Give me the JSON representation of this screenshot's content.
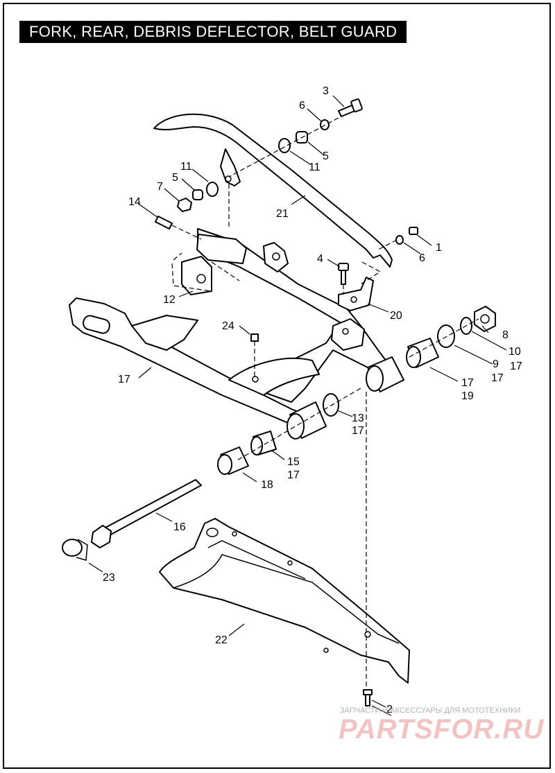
{
  "title": "FORK, REAR, DEBRIS DEFLECTOR, BELT GUARD",
  "callouts": [
    {
      "id": "c1",
      "text": "1"
    },
    {
      "id": "c2",
      "text": "2"
    },
    {
      "id": "c3",
      "text": "3"
    },
    {
      "id": "c4",
      "text": "4"
    },
    {
      "id": "c5a",
      "text": "5"
    },
    {
      "id": "c5b",
      "text": "5"
    },
    {
      "id": "c6a",
      "text": "6"
    },
    {
      "id": "c6b",
      "text": "6"
    },
    {
      "id": "c7",
      "text": "7"
    },
    {
      "id": "c8",
      "text": "8"
    },
    {
      "id": "c9",
      "text": "9"
    },
    {
      "id": "c10",
      "text": "10"
    },
    {
      "id": "c11a",
      "text": "11"
    },
    {
      "id": "c11b",
      "text": "11"
    },
    {
      "id": "c12",
      "text": "12"
    },
    {
      "id": "c13",
      "text": "13"
    },
    {
      "id": "c14",
      "text": "14"
    },
    {
      "id": "c15",
      "text": "15"
    },
    {
      "id": "c16",
      "text": "16"
    },
    {
      "id": "c17a",
      "text": "17"
    },
    {
      "id": "c17b",
      "text": "17"
    },
    {
      "id": "c17c",
      "text": "17"
    },
    {
      "id": "c17d",
      "text": "17"
    },
    {
      "id": "c17e",
      "text": "17"
    },
    {
      "id": "c17f",
      "text": "17"
    },
    {
      "id": "c18",
      "text": "18"
    },
    {
      "id": "c19",
      "text": "19"
    },
    {
      "id": "c20",
      "text": "20"
    },
    {
      "id": "c21",
      "text": "21"
    },
    {
      "id": "c22",
      "text": "22"
    },
    {
      "id": "c23",
      "text": "23"
    },
    {
      "id": "c24",
      "text": "24"
    }
  ],
  "watermark": {
    "tagline": "ЗАПЧАСТИ И АКСЕССУАРЫ ДЛЯ МОТОТЕХНИКИ",
    "logo": "PARTSFOR.RU"
  }
}
